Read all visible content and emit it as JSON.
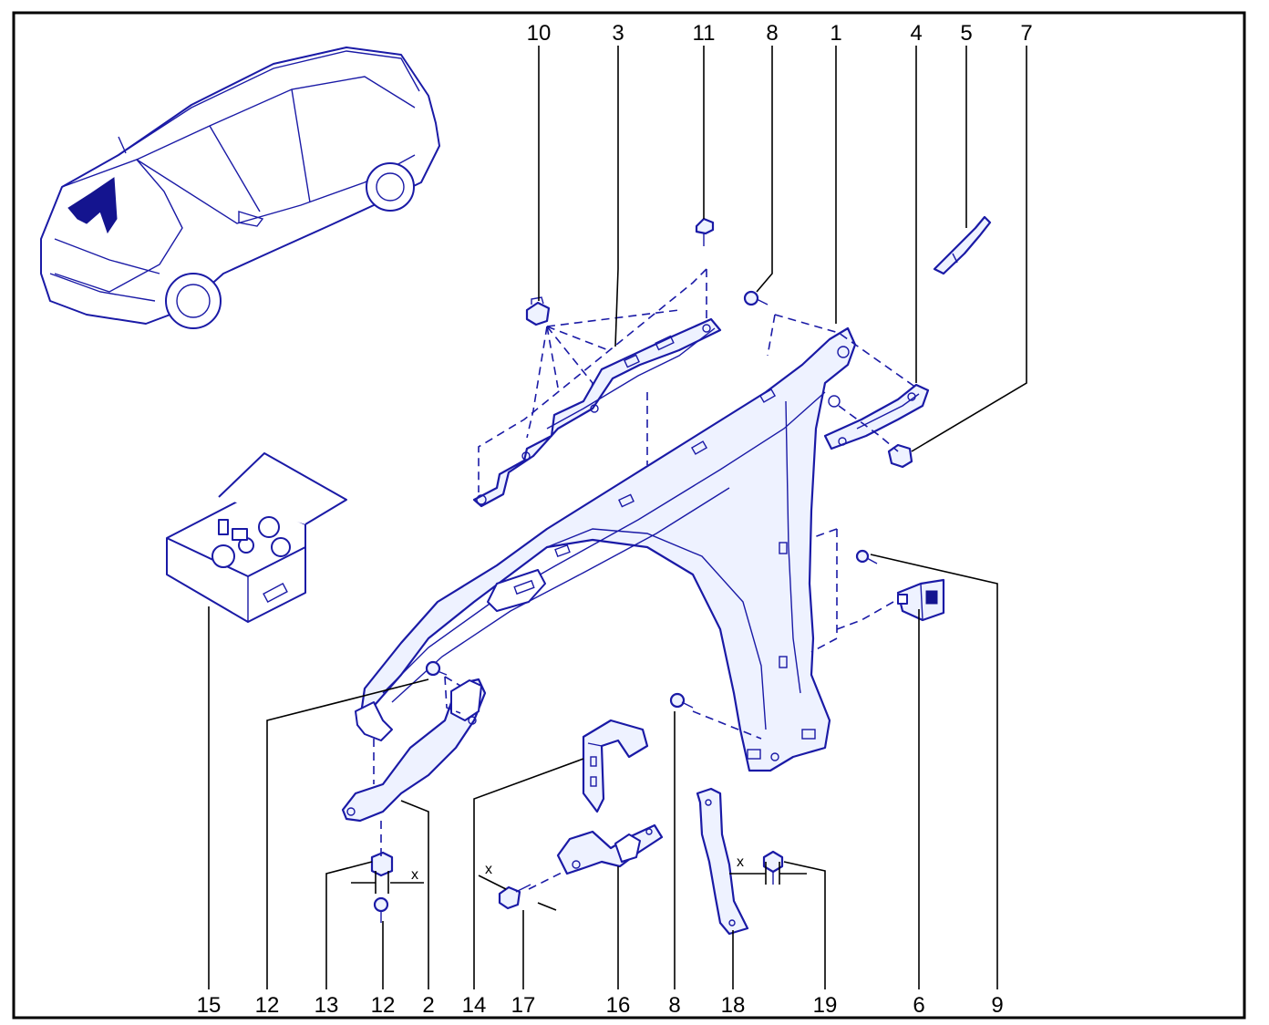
{
  "palette": {
    "line": "#1a1aa6",
    "fill": "#eef2ff",
    "label": "#000000",
    "frame": "#000000"
  },
  "labels": {
    "top": [
      "10",
      "3",
      "11",
      "8",
      "1",
      "4",
      "5",
      "7"
    ],
    "bottom": [
      "15",
      "12",
      "13",
      "12",
      "2",
      "14",
      "17",
      "16",
      "8",
      "18",
      "19",
      "6",
      "9"
    ]
  },
  "dimension_marks": {
    "x_left": "x",
    "x_mid": "x",
    "x_right": "x"
  }
}
